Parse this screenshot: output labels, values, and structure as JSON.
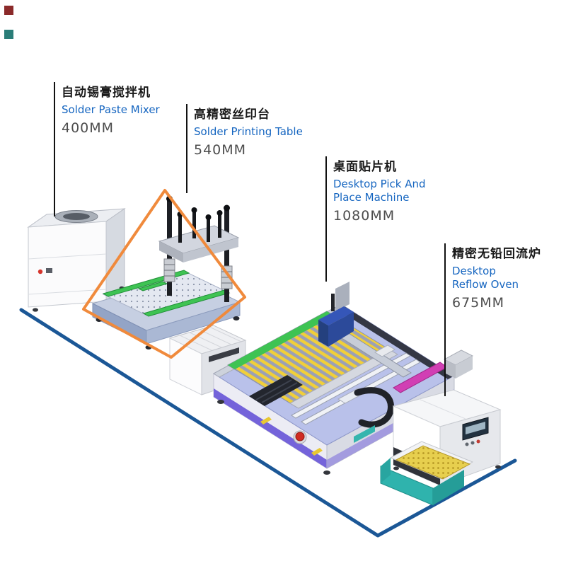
{
  "diagram": {
    "machines": [
      {
        "name_zh": "自动锡膏搅拌机",
        "name_en": "Solder Paste Mixer",
        "dimension": "400MM"
      },
      {
        "name_zh": "高精密丝印台",
        "name_en": "Solder Printing Table",
        "dimension": "540MM"
      },
      {
        "name_zh": "桌面贴片机",
        "name_en": "Desktop Pick And Place Machine",
        "dimension": "1080MM"
      },
      {
        "name_zh": "精密无铅回流炉",
        "name_en": "Desktop Reflow Oven",
        "dimension": "675MM"
      }
    ],
    "colors": {
      "name_zh_text": "#1a1a1a",
      "name_en_text": "#1565c0",
      "dimension_text": "#4d4d4d",
      "leader_line": "#111111",
      "floor_line": "#1b5796",
      "highlight_outline": "#f08a3c",
      "background": "#ffffff"
    }
  }
}
